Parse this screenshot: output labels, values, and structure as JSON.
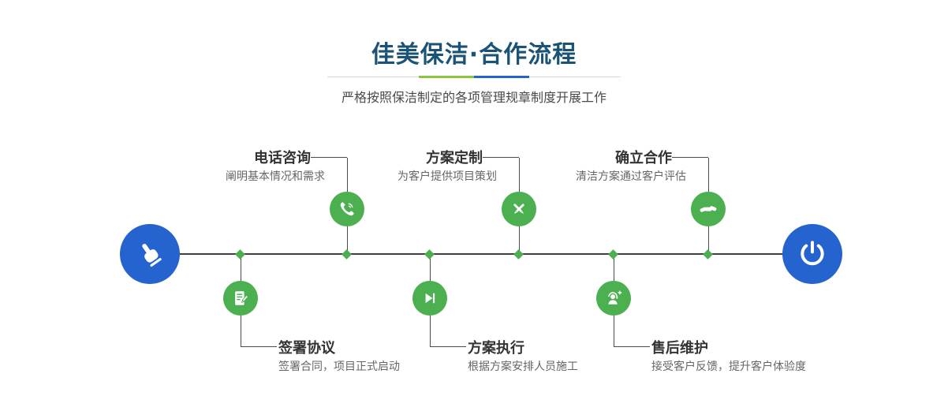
{
  "header": {
    "title": "佳美保洁·合作流程",
    "subtitle": "严格按照保洁制定的各项管理规章制度开展工作"
  },
  "colors": {
    "title_blue": "#1b5377",
    "accent_green": "#4caf50",
    "accent_blue": "#2563cf",
    "divider_green": "#8cc63f",
    "line_dark": "#3f3f3f",
    "step_title_text": "#333333",
    "step_desc_text": "#666666"
  },
  "timeline": {
    "start_icon": "pointing-hand",
    "end_icon": "power",
    "steps_top": [
      {
        "title": "电话咨询",
        "desc": "阐明基本情况和需求",
        "icon": "phone-icon"
      },
      {
        "title": "方案定制",
        "desc": "为客户提供项目策划",
        "icon": "design-tools-icon"
      },
      {
        "title": "确立合作",
        "desc": "清洁方案通过客户评估",
        "icon": "handshake-icon"
      }
    ],
    "steps_bottom": [
      {
        "title": "签署协议",
        "desc": "签署合同，项目正式启动",
        "icon": "document-sign-icon"
      },
      {
        "title": "方案执行",
        "desc": "根据方案安排人员施工",
        "icon": "play-icon"
      },
      {
        "title": "售后维护",
        "desc": "接受客户反馈，提升客户体验度",
        "icon": "headset-plus-icon"
      }
    ]
  }
}
